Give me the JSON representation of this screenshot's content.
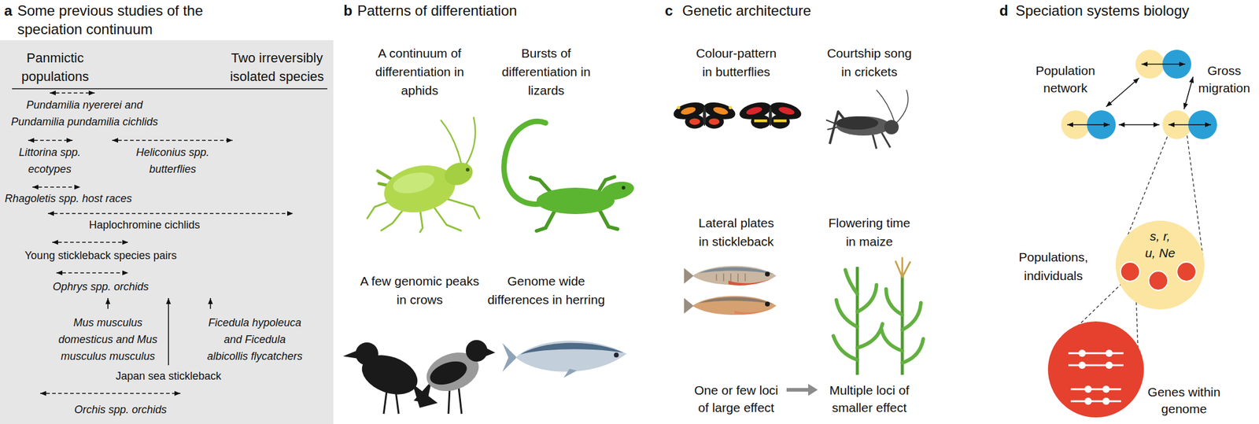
{
  "diagram": {
    "nodes": [
      {
        "text": [
          "a",
          "Some previous studies of the speciation continuum",
          "Panmictic populations",
          "Two irreversibly isolated species",
          "Pundamilia nyererei and Pundamilia pundamilia cichlids",
          "Littorina spp. ecotypes",
          "Heliconius spp. butterflies",
          "Rhagoletis spp. host races",
          "Haplochromine cichlids",
          "Young stickleback species pairs",
          "Ophrys spp. orchids",
          "Mus musculus domesticus and Mus musculus musculus",
          "Ficedula hypoleuca and Ficedula albicollis flycatchers",
          "Japan sea stickleback",
          "Orchis spp. orchids"
        ]
      },
      {
        "text": [
          "s, r, u, Ne"
        ]
      }
    ],
    "labels": [
      "b",
      "Patterns of differentiation",
      "A continuum of differentiation in aphids",
      "Bursts of differentiation in lizards",
      "A few genomic peaks in crows",
      "Genome wide differences in herring",
      "c",
      "Genetic architecture",
      "Colour-pattern in butterflies",
      "Courtship song in crickets",
      "Lateral plates in stickleback",
      "Flowering time in maize",
      "One or few loci of large effect",
      "Multiple loci of smaller effect",
      "d",
      "Speciation systems biology",
      "Population network",
      "Gross migration",
      "Populations, individuals",
      "Genes within genome"
    ]
  }
}
